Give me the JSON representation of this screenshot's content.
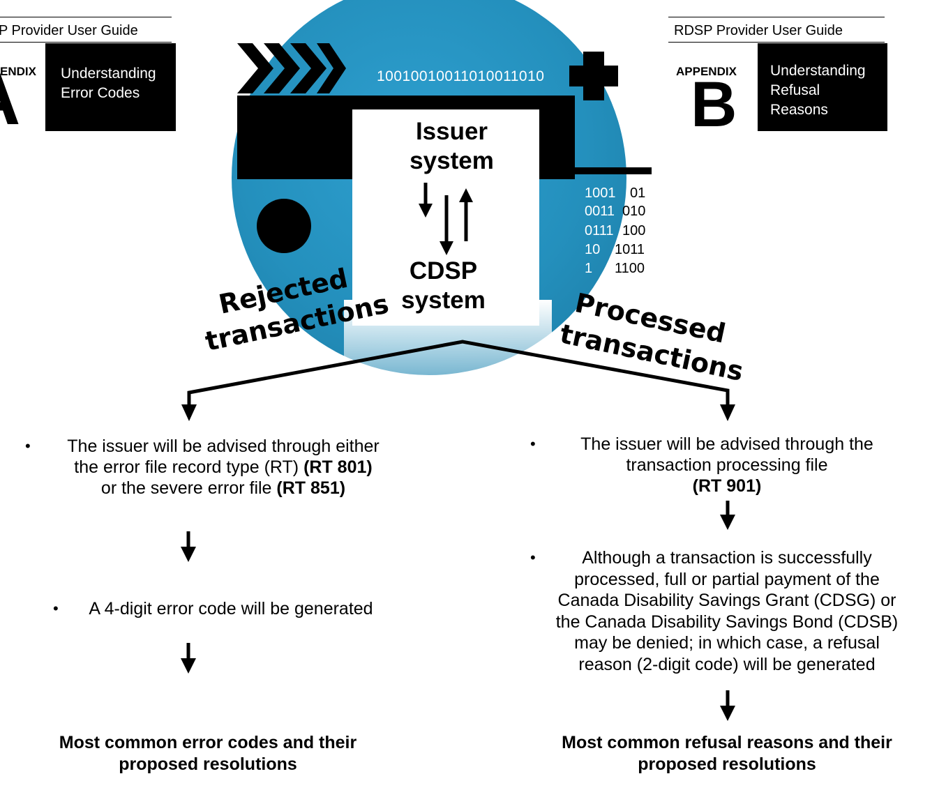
{
  "left_card": {
    "guide_title": "P Provider User Guide",
    "appendix_word": "ENDIX",
    "appendix_letter": "A",
    "topic_line1": "Understanding",
    "topic_line2": "Error Codes"
  },
  "right_card": {
    "guide_title": "RDSP Provider User Guide",
    "appendix_word": "APPENDIX",
    "appendix_letter": "B",
    "topic_line1": "Understanding",
    "topic_line2": "Refusal",
    "topic_line3": "Reasons"
  },
  "center": {
    "binary_top": "10010010011010011010",
    "binary_lines": [
      "1001",
      "0011",
      "0111",
      "10",
      "1"
    ],
    "binary_right": [
      "01",
      "010",
      "100",
      "1011",
      "1100"
    ],
    "issuer_system": [
      "Issuer",
      "system"
    ],
    "cdsp_system": [
      "CDSP",
      "system"
    ]
  },
  "branches": {
    "rejected": [
      "Rejected",
      "transactions"
    ],
    "processed": [
      "Processed",
      "transactions"
    ]
  },
  "left_column": {
    "bullet1": {
      "line1": "The issuer will be advised through either",
      "line2_pre": "the error file record type (RT) ",
      "line2_bold": "(RT 801)",
      "line3_pre": "or the severe error file ",
      "line3_bold": "(RT 851)"
    },
    "bullet2": "A 4-digit error code will be generated",
    "final": [
      "Most common error codes and their",
      "proposed resolutions"
    ]
  },
  "right_column": {
    "bullet1": {
      "line1": "The issuer will be advised through the",
      "line2": "transaction processing file",
      "line3_bold": "(RT 901)"
    },
    "bullet2": [
      "Although a transaction is successfully",
      "processed, full or partial payment of the",
      "Canada Disability Savings Grant (CDSG) or",
      "the Canada Disability Savings Bond (CDSB)",
      "may be denied; in which case, a refusal",
      "reason (2-digit code) will be generated"
    ],
    "final": [
      "Most common refusal reasons and their",
      "proposed resolutions"
    ]
  },
  "colors": {
    "circle_blue": "#2490bd",
    "black": "#000000",
    "white": "#ffffff"
  }
}
